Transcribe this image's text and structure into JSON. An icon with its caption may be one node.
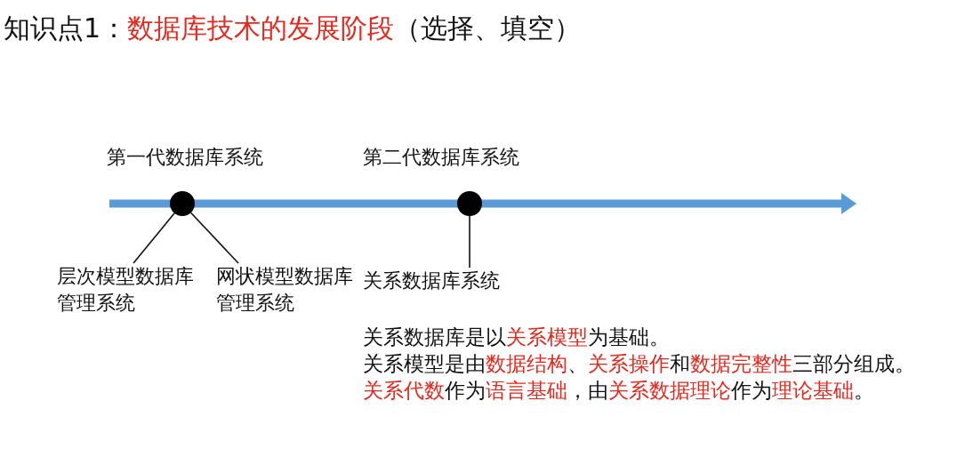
{
  "diagram": {
    "title": "知识点1：**数据库技术的发展阶段**（选择、填空）",
    "nodes": [
      {
        "text": [],
        "shape": "circle",
        "beside": [
          "第一代数据库系统"
        ]
      },
      {
        "text": [],
        "shape": "circle",
        "beside": [
          "第二代数据库系统"
        ]
      },
      {
        "text": [
          "层次模型数据库管理系统"
        ]
      },
      {
        "text": [
          "网状模型数据库管理系统"
        ]
      },
      {
        "text": [
          "关系数据库系统"
        ]
      }
    ],
    "edges": [
      {
        "from": 0,
        "to": 2,
        "arrow": "none"
      },
      {
        "from": 0,
        "to": 3,
        "arrow": "none"
      },
      {
        "from": 1,
        "to": 4,
        "arrow": "none"
      }
    ],
    "labels": [
      "关系数据库是以**关系模型**为基础。",
      "关系模型是由**数据结构**、**关系操作**和**数据完整性**三部分组成。",
      "**关系代数**作为**语言基础**，由**关系数据理论**作为**理论基础**。"
    ]
  }
}
